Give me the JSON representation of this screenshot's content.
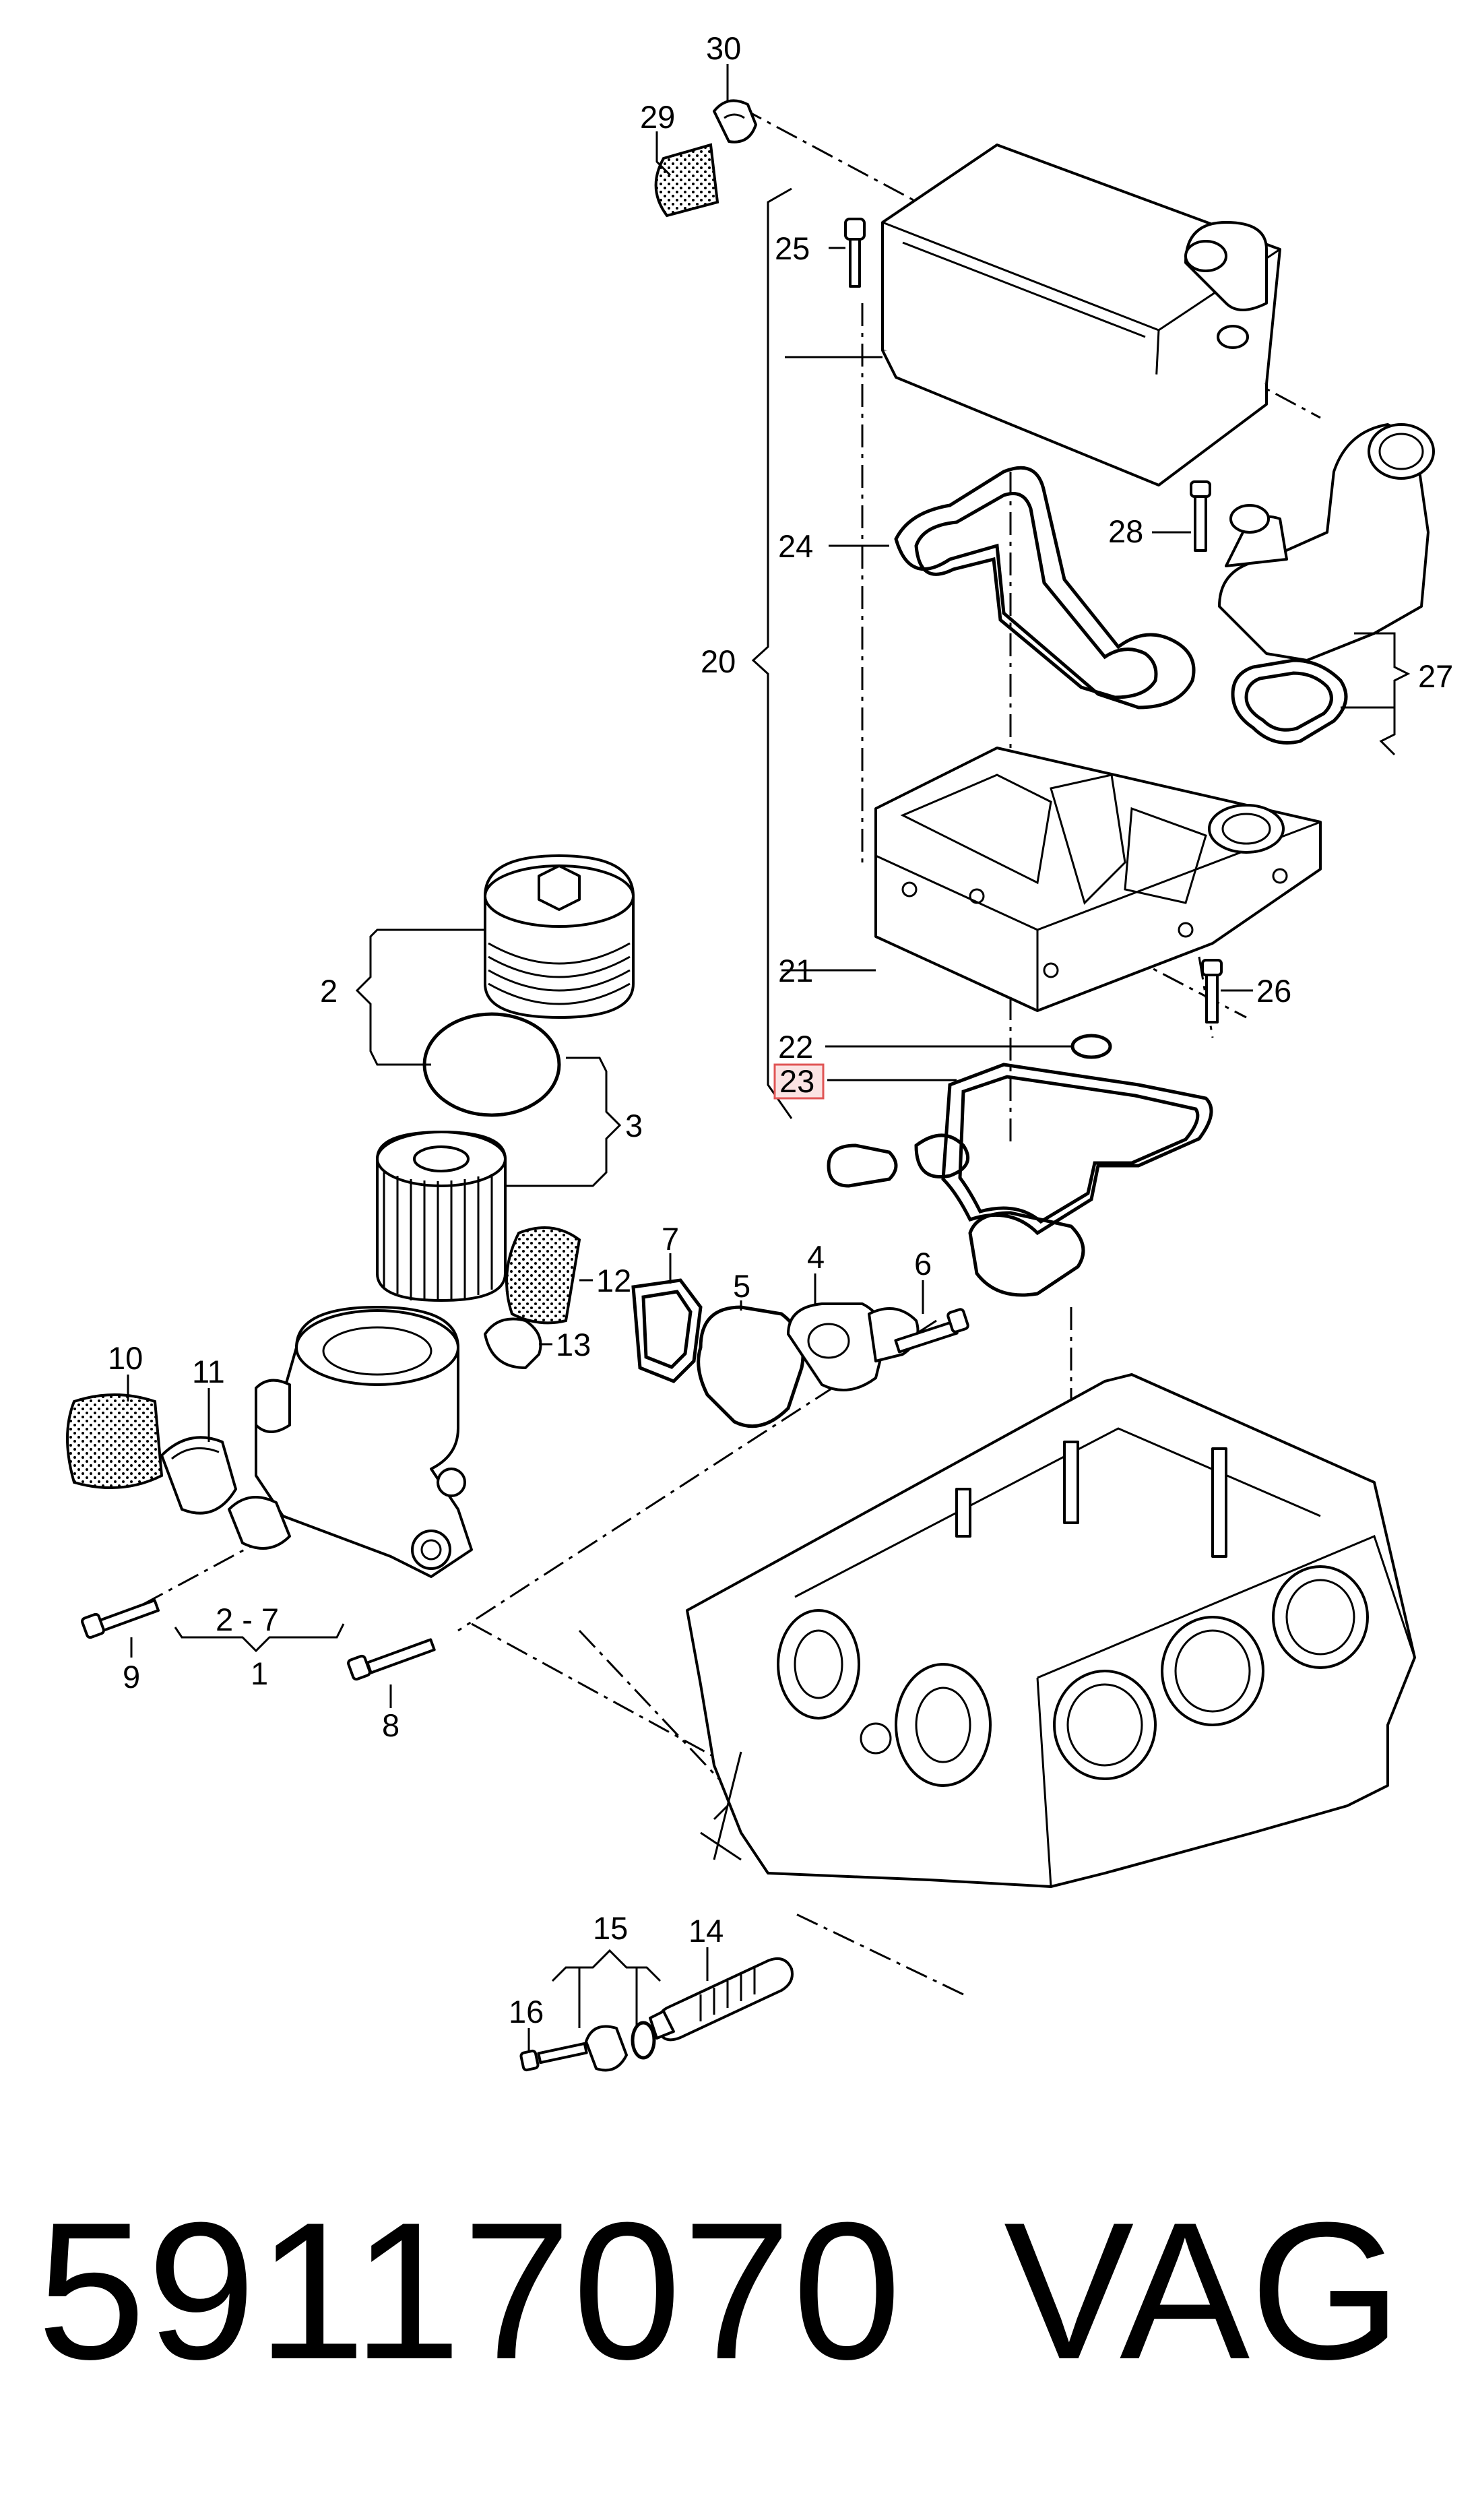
{
  "diagram": {
    "callouts": [
      "30",
      "29",
      "25",
      "24",
      "20",
      "28",
      "27",
      "21",
      "26",
      "22",
      "23",
      "2",
      "3",
      "12",
      "7",
      "5",
      "4",
      "6",
      "13",
      "10",
      "11",
      "9",
      "2 - 7",
      "1",
      "8",
      "15",
      "14",
      "16"
    ],
    "highlighted_callout": "23",
    "highlight_color": "#e05555"
  },
  "footer": {
    "part_number": "59117070",
    "brand": "VAG"
  }
}
